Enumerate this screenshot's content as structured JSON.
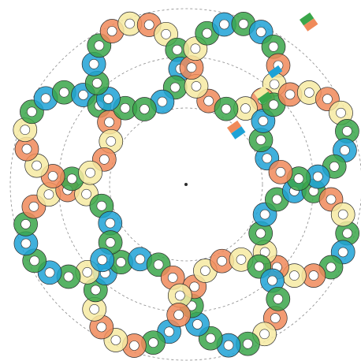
{
  "colors": {
    "background": "#ffffff",
    "guide": "#8a8a8a",
    "outline": "#2b2b2b",
    "green": "#3aa64a",
    "blue": "#1ea2d6",
    "orange": "#f08a5a",
    "yellow": "#f6eaa2",
    "hole": "#ffffff"
  },
  "rings": {
    "loops": 8,
    "cycle": [
      "green",
      "blue",
      "green",
      "orange",
      "yellow",
      "orange",
      "yellow",
      "green",
      "blue"
    ]
  },
  "swatches": [
    {
      "name": "green-orange-swatch",
      "colors": [
        "green",
        "orange"
      ]
    },
    {
      "name": "blue-swatch",
      "colors": [
        "blue"
      ]
    },
    {
      "name": "yellow-green-swatch",
      "colors": [
        "yellow",
        "green"
      ]
    },
    {
      "name": "orange-blue-swatch",
      "colors": [
        "orange",
        "blue"
      ]
    }
  ]
}
